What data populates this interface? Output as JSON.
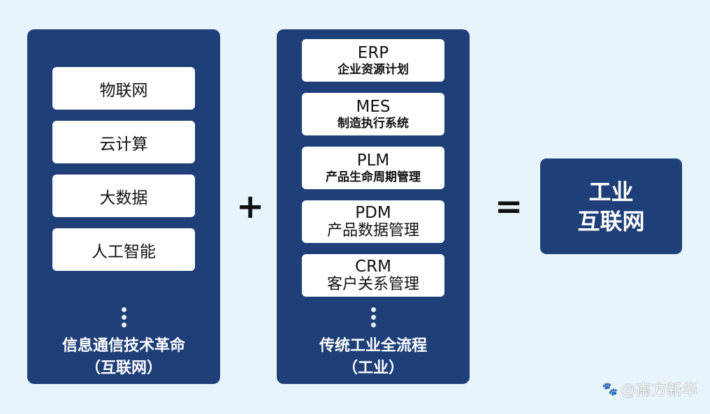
{
  "left_panel": {
    "items": [
      "物联网",
      "云计算",
      "大数据",
      "人工智能"
    ],
    "caption_line1": "信息通信技术革命",
    "caption_line2": "（互联网）"
  },
  "plus_symbol": "+",
  "middle_panel": {
    "items": [
      {
        "abbr": "ERP",
        "full": "企业资源计划"
      },
      {
        "abbr": "MES",
        "full": "制造执行系统"
      },
      {
        "abbr": "PLM",
        "full": "产品生命周期管理"
      },
      {
        "abbr": "PDM",
        "full": "产品数据管理"
      },
      {
        "abbr": "CRM",
        "full": "客户关系管理"
      }
    ],
    "caption_line1": "传统工业全流程",
    "caption_line2": "（工业）"
  },
  "equals_symbol": "=",
  "result": {
    "line1": "工业",
    "line2": "互联网"
  },
  "watermark": {
    "icon": "paw-icon",
    "text": "@南方新华"
  },
  "colors": {
    "background": "#e8f4fc",
    "panel": "#1f3f79",
    "card": "#ffffff"
  }
}
